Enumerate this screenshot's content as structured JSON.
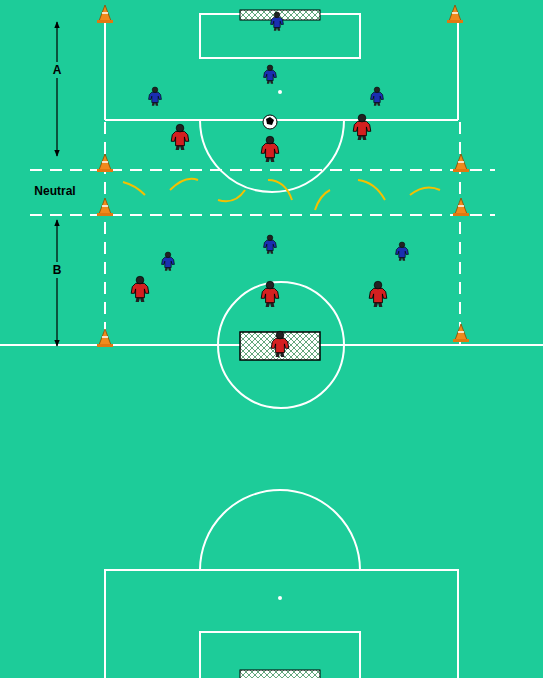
{
  "diagram": {
    "labels": [
      "A",
      "Neutral",
      "B"
    ]
  }
}
